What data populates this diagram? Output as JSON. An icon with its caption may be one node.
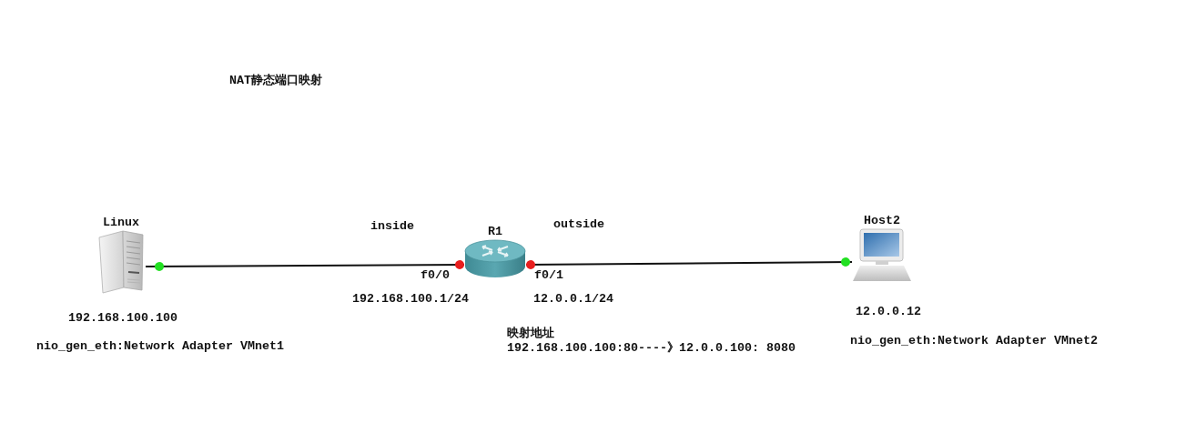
{
  "diagram": {
    "title": "NAT静态端口映射",
    "nodes": [
      {
        "text": [
          "Linux"
        ],
        "beside": [
          "192.168.100.100",
          "nio_gen_eth:Network Adapter VMnet1"
        ]
      },
      {
        "text": [
          "R1"
        ]
      },
      {
        "text": [
          "Host2"
        ],
        "beside": [
          "12.0.0.12",
          "nio_gen_eth:Network Adapter VMnet2"
        ]
      }
    ],
    "edges": [
      {
        "from": 0,
        "to": 1,
        "arrow": "other"
      },
      {
        "from": 1,
        "to": 2,
        "arrow": "other"
      }
    ],
    "labels": [
      "inside",
      "outside",
      "f0/0",
      "f0/1",
      "192.168.100.1/24",
      "12.0.0.1/24",
      "映射地址",
      "192.168.100.100:80----》12.0.0.100: 8080"
    ]
  }
}
